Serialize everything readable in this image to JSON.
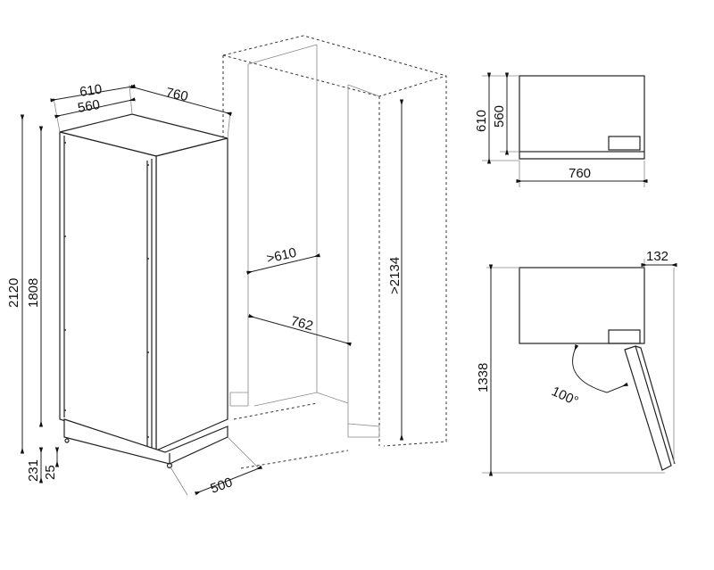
{
  "isometric_appliance": {
    "depth_outer": "610",
    "depth_inner": "560",
    "width": "760",
    "height_total": "2120",
    "height_door": "1808",
    "plinth_height": "231",
    "foot_height": "25",
    "plinth_depth": "500"
  },
  "niche": {
    "min_depth": ">610",
    "width": "762",
    "min_height": ">2134"
  },
  "top_view": {
    "depth_outer": "610",
    "depth_inner": "560",
    "width": "760"
  },
  "door_open_view": {
    "door_offset": "132",
    "depth_open": "1338",
    "opening_angle": "100°"
  }
}
